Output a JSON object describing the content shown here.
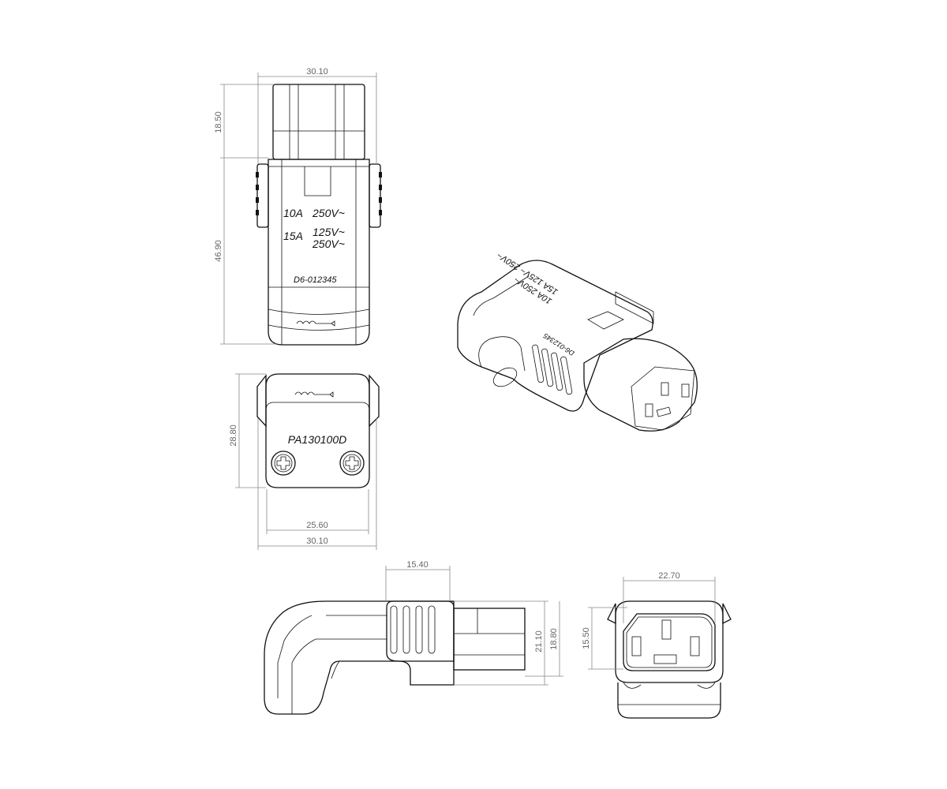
{
  "drawing": {
    "top_view": {
      "dim_width": "30.10",
      "dim_plug_length": "18.50",
      "dim_body_length": "46.90",
      "rating_1_current": "10A",
      "rating_1_voltage": "250V~",
      "rating_2_current": "15A",
      "rating_2_voltage_a": "125V~",
      "rating_2_voltage_b": "250V~",
      "code": "D6-012345"
    },
    "end_view": {
      "dim_height": "28.80",
      "dim_inner_width": "25.60",
      "dim_outer_width": "30.10",
      "part_number": "PA130100D"
    },
    "isometric_view": {
      "rating_1": "10A 250V~",
      "rating_2": "15A 125V~ 250V~",
      "code": "D6-012345"
    },
    "side_view": {
      "dim_grip_length": "15.40",
      "dim_height_outer": "21.10",
      "dim_height_inner": "18.80"
    },
    "front_view": {
      "dim_width": "22.70",
      "dim_height": "15.50"
    }
  }
}
